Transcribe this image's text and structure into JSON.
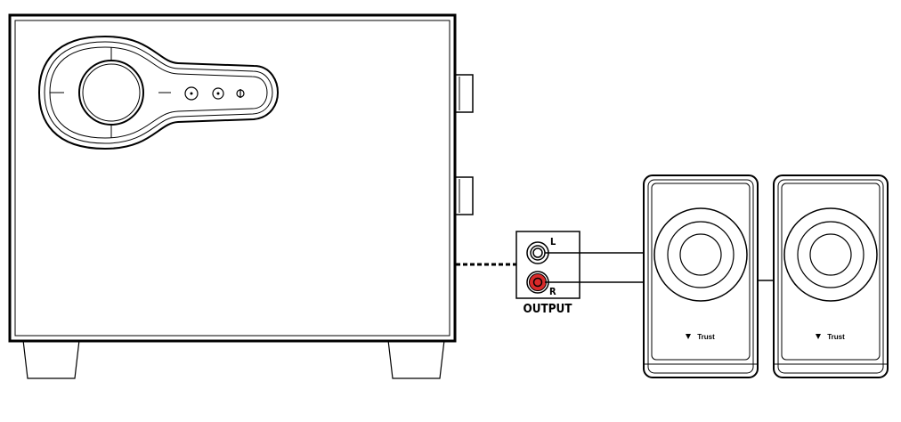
{
  "diagram": {
    "output_panel": {
      "title": "OUTPUT",
      "left_label": "L",
      "right_label": "R",
      "right_jack_color": "#d92a2a",
      "left_jack_color": "#ffffff"
    },
    "speakers": {
      "left_brand": "Trust",
      "right_brand": "Trust"
    },
    "subwoofer": {
      "control_icons": [
        "led-indicator-icon",
        "led-indicator-icon",
        "power-icon"
      ]
    }
  }
}
